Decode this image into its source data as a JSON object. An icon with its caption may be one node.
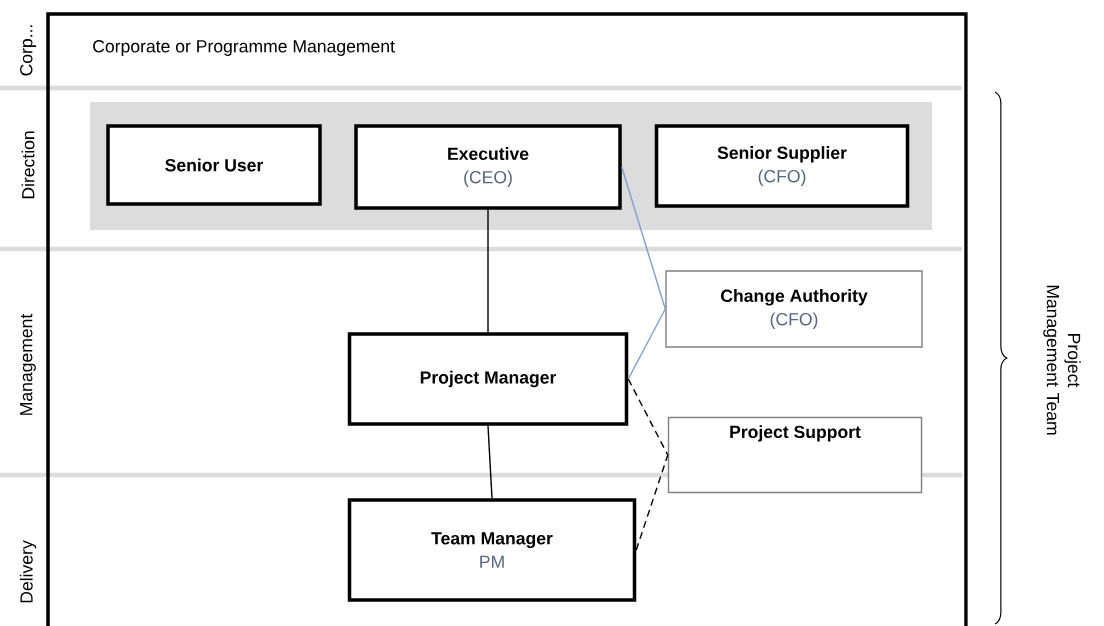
{
  "diagram": {
    "nodes": [
      {
        "text": [
          "Senior User"
        ]
      },
      {
        "text": [
          "Executive",
          "(CEO)"
        ]
      },
      {
        "text": [
          "Senior Supplier",
          "(CFO)"
        ]
      },
      {
        "text": [
          "Change Authority",
          "(CFO)"
        ]
      },
      {
        "text": [
          "Project Manager"
        ]
      },
      {
        "text": [
          "Project Support"
        ]
      },
      {
        "text": [
          "Team Manager",
          "PM"
        ]
      }
    ],
    "edges": [
      {
        "from": 1,
        "to": 4,
        "arrow": "none"
      },
      {
        "from": 4,
        "to": 6,
        "arrow": "none"
      },
      {
        "from": 1,
        "to": 3,
        "arrow": "none",
        "color": "#7f9fd0"
      },
      {
        "from": 4,
        "to": 3,
        "arrow": "none",
        "color": "#7f9fd0"
      },
      {
        "from": 4,
        "to": 5,
        "arrow": "none",
        "style": "dashed"
      },
      {
        "from": 6,
        "to": 5,
        "arrow": "none",
        "style": "dashed"
      }
    ],
    "labels": [
      "Corp...",
      "Corporate or Programme Management",
      "Direction",
      "Management",
      "Delivery",
      "Project Management Team"
    ]
  }
}
